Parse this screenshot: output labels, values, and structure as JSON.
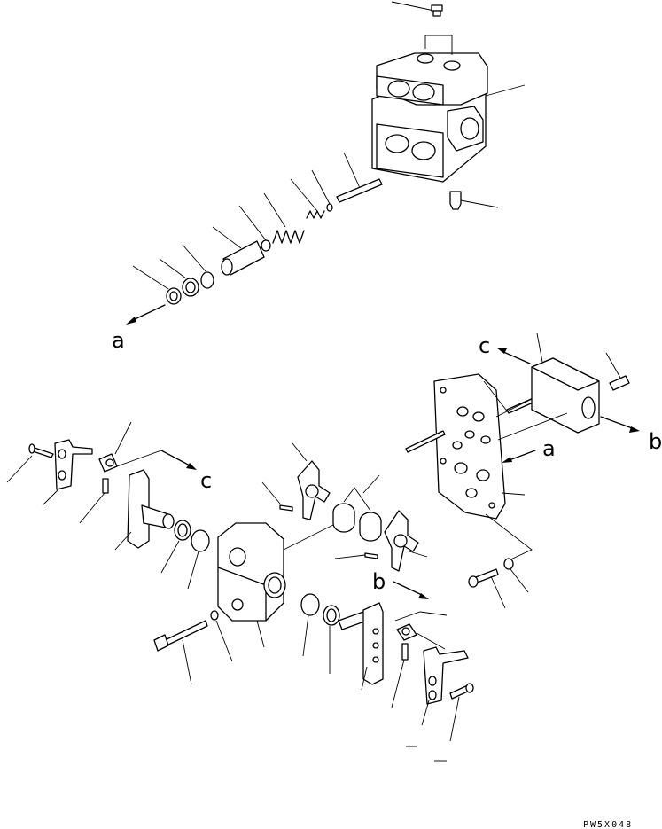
{
  "labels": {
    "a_left": "a",
    "a_right": "a",
    "b_right": "b",
    "b_mid": "b",
    "c_top": "c",
    "c_left": "c"
  },
  "drawing_code": "PW5X048"
}
